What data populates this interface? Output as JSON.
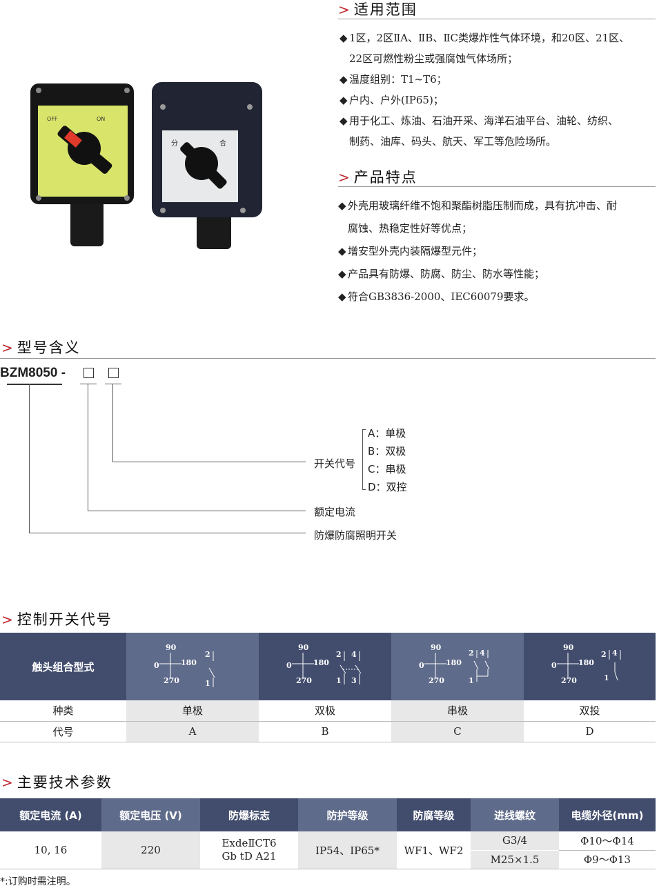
{
  "sections": {
    "scope_title": "适用范围",
    "features_title": "产品特点",
    "model_title": "型号含义",
    "control_title": "控制开关代号",
    "params_title": "主要技术参数"
  },
  "scope": [
    {
      "first": "1区，2区ⅡA、ⅡB、ⅡC类爆炸性气体环境，和20区、21区、",
      "cont": "22区可燃性粉尘或强腐蚀气体场所；"
    },
    {
      "first": "温度组别：T1~T6；",
      "cont": ""
    },
    {
      "first": "户内、户外(IP65)；",
      "cont": ""
    },
    {
      "first": "用于化工、炼油、石油开采、海洋石油平台、油轮、纺织、",
      "cont": "制药、油库、码头、航天、军工等危险场所。"
    }
  ],
  "features": [
    {
      "first": "外壳用玻璃纤维不饱和聚酯树脂压制而成，具有抗冲击、耐",
      "cont": "腐蚀、热稳定性好等优点；"
    },
    {
      "first": "增安型外壳内装隔爆型元件；",
      "cont": ""
    },
    {
      "first": "产品具有防爆、防腐、防尘、防水等性能；",
      "cont": ""
    },
    {
      "first": "符合GB3836-2000、IEC60079要求。",
      "cont": ""
    }
  ],
  "product_photo": {
    "left_switch": {
      "off": "OFF",
      "on": "ON"
    },
    "right_switch": {
      "off": "分",
      "on": "合"
    }
  },
  "model": {
    "code": "BZM8050 -",
    "switch_code_label": "开关代号",
    "switch_options": [
      "A：单极",
      "B：双极",
      "C：串极",
      "D：双控"
    ],
    "rated_current_label": "额定电流",
    "product_name_label": "防爆防腐照明开关"
  },
  "control_table": {
    "header_label": "触头组合型式",
    "angles": {
      "a90": "90",
      "a0": "0",
      "a180": "180",
      "a270": "270"
    },
    "row_kind_label": "种类",
    "row_code_label": "代号",
    "kinds": [
      "单极",
      "双极",
      "串极",
      "双投"
    ],
    "codes": [
      "A",
      "B",
      "C",
      "D"
    ],
    "terminals": {
      "A": [
        "2",
        "1"
      ],
      "B": [
        "2",
        "1",
        "4",
        "3"
      ],
      "C": [
        "2",
        "1",
        "4"
      ],
      "D": [
        "2",
        "1",
        "4"
      ]
    }
  },
  "params_table": {
    "headers": [
      "额定电流 (A)",
      "额定电压 (V)",
      "防爆标志",
      "防护等级",
      "防腐等级",
      "进线螺纹",
      "电缆外径(mm)"
    ],
    "current": "10, 16",
    "voltage": "220",
    "ex_mark_1": "ExdeⅡCT6",
    "ex_mark_2": "Gb tD A21",
    "protection": "IP54、IP65*",
    "anticorrosion": "WF1、WF2",
    "thread": [
      "G3/4",
      "M25×1.5"
    ],
    "cable": [
      "Φ10～Φ14",
      "Φ9～Φ13"
    ]
  },
  "footnote": "*:订购时需注明。",
  "colors": {
    "accent": "#c0262c",
    "header_dark": "#424d6e",
    "header_mid": "#5f6b8a"
  }
}
